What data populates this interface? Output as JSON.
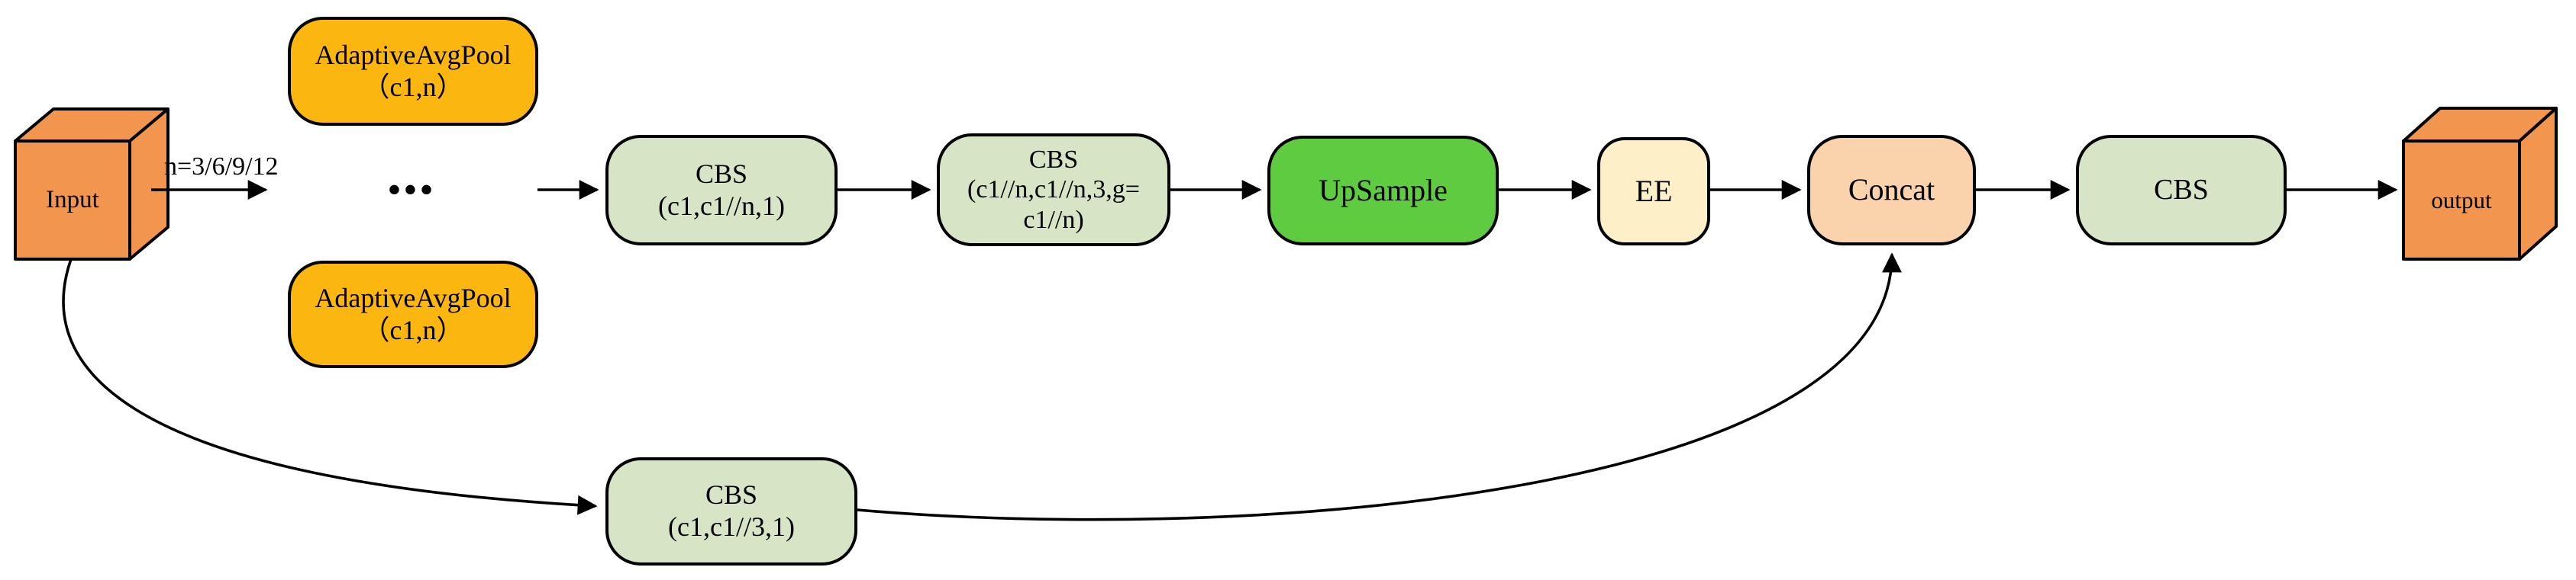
{
  "diagram": {
    "background": "#ffffff",
    "colors": {
      "cube_fill": "#F2954E",
      "pool_fill": "#FBB70F",
      "cbs_fill": "#D8E4C6",
      "upsample_fill": "#5FCB40",
      "ee_fill": "#FDF0C8",
      "concat_fill": "#FAD2AC",
      "line": "#000000"
    },
    "edge_label": "n=3/6/9/12",
    "ellipsis": "•••",
    "nodes": {
      "input": {
        "label": "Input"
      },
      "pool_top": {
        "label": "AdaptiveAvgPool\n（c1,n）"
      },
      "pool_bottom": {
        "label": "AdaptiveAvgPool\n（c1,n）"
      },
      "cbs1": {
        "label": "CBS\n(c1,c1//n,1)"
      },
      "cbs2": {
        "label": "CBS\n(c1//n,c1//n,3,g=\nc1//n)"
      },
      "upsample": {
        "label": "UpSample"
      },
      "ee": {
        "label": "EE"
      },
      "concat": {
        "label": "Concat"
      },
      "cbs_out": {
        "label": "CBS"
      },
      "output": {
        "label": "output"
      },
      "cbs_skip": {
        "label": "CBS\n(c1,c1//3,1)"
      }
    }
  }
}
